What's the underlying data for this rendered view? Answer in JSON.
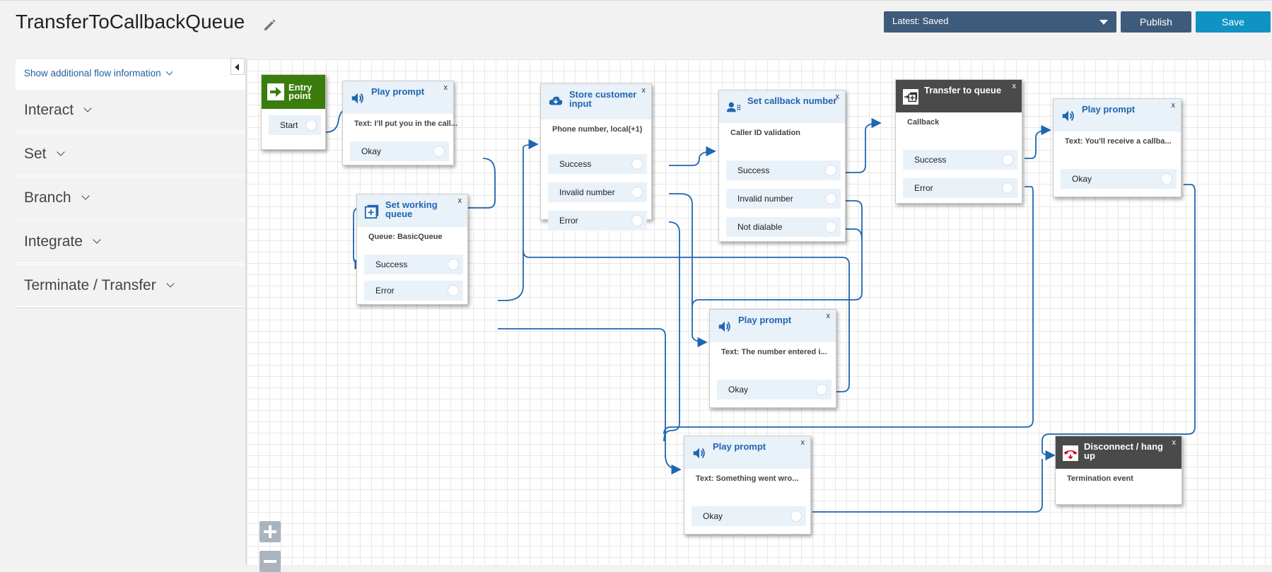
{
  "header": {
    "title": "TransferToCallbackQueue",
    "version_label": "Latest: Saved",
    "publish_label": "Publish",
    "save_label": "Save"
  },
  "sidebar": {
    "info_label": "Show additional flow information",
    "categories": [
      {
        "label": "Interact"
      },
      {
        "label": "Set"
      },
      {
        "label": "Branch"
      },
      {
        "label": "Integrate"
      },
      {
        "label": "Terminate / Transfer"
      }
    ]
  },
  "blocks": {
    "entry": {
      "title": "Entry point",
      "branch": "Start"
    },
    "play1": {
      "title": "Play prompt",
      "desc": "Text: I'll put you in the call...",
      "branches": [
        "Okay"
      ]
    },
    "working_queue": {
      "title": "Set working queue",
      "desc": "Queue: BasicQueue",
      "branches": [
        "Success",
        "Error"
      ]
    },
    "store_input": {
      "title": "Store customer input",
      "desc": "Phone number, local(+1)",
      "branches": [
        "Success",
        "Invalid number",
        "Error"
      ]
    },
    "callback_number": {
      "title": "Set callback number",
      "desc": "Caller ID validation",
      "branches": [
        "Success",
        "Invalid number",
        "Not dialable"
      ]
    },
    "transfer_queue": {
      "title": "Transfer to queue",
      "desc": "Callback",
      "branches": [
        "Success",
        "Error"
      ]
    },
    "play2": {
      "title": "Play prompt",
      "desc": "Text: You'll receive a callba...",
      "branches": [
        "Okay"
      ]
    },
    "play3": {
      "title": "Play prompt",
      "desc": "Text: The number entered i...",
      "branches": [
        "Okay"
      ]
    },
    "play4": {
      "title": "Play prompt",
      "desc": "Text: Something went wro...",
      "branches": [
        "Okay"
      ]
    },
    "disconnect": {
      "title": "Disconnect / hang up",
      "desc": "Termination event"
    }
  },
  "close_label": "x",
  "colors": {
    "wire": "#1f66b0",
    "block_header": "#e9f1f9",
    "entry_green": "#3b7d0c",
    "dark_header": "#4a4a4a",
    "save_button": "#0f93c3",
    "publish_button": "#3f5b7b"
  },
  "icons": [
    "pencil-icon",
    "speaker-icon",
    "cloud-input-icon",
    "queue-add-icon",
    "phone-contact-icon",
    "transfer-icon",
    "hangup-icon",
    "arrow-right-icon",
    "zoom-in-icon",
    "zoom-out-icon"
  ]
}
